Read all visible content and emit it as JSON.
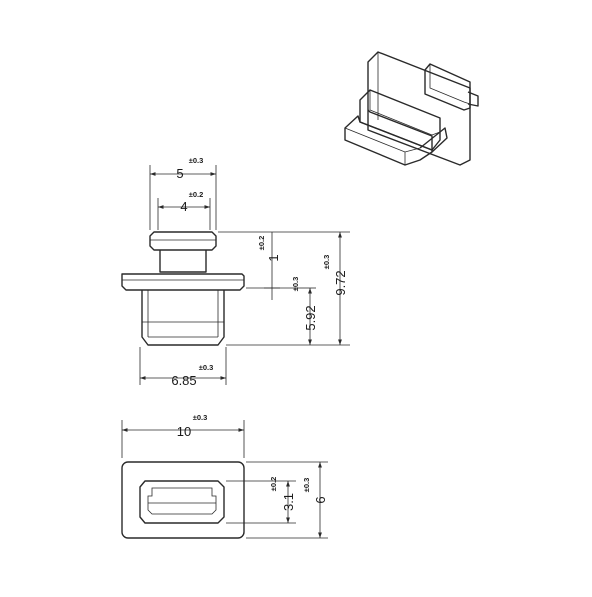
{
  "dimensions": {
    "top_width_outer": {
      "value": "5",
      "tolerance": "±0.3"
    },
    "top_width_inner": {
      "value": "4",
      "tolerance": "±0.2"
    },
    "cap_height": {
      "value": "1",
      "tolerance": "±0.2"
    },
    "body_height": {
      "value": "5.92",
      "tolerance": "±0.3"
    },
    "total_height": {
      "value": "9.72",
      "tolerance": "±0.3"
    },
    "base_width": {
      "value": "6.85",
      "tolerance": "±0.3"
    },
    "front_width": {
      "value": "10",
      "tolerance": "±0.3"
    },
    "opening_height": {
      "value": "3.1",
      "tolerance": "±0.2"
    },
    "front_height": {
      "value": "6",
      "tolerance": "±0.3"
    }
  }
}
